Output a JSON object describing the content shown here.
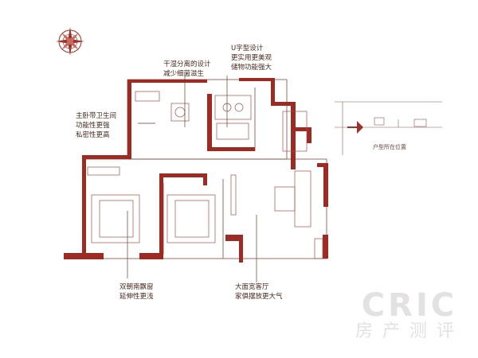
{
  "callouts": {
    "dry_wet_separation": "干湿分离的设计\n减少细菌滋生",
    "u_kitchen": "U字型设计\n更实用更美观\n储物功能强大",
    "master_bath": "主卧带卫生间\n功能性更强\n私密性更高",
    "south_bay_windows": "双朝南飘窗\n延伸性更浅",
    "living_room": "大面宽客厅\n家俱摆放更大气"
  },
  "site_map": {
    "label": "户型所在位置"
  },
  "watermark": {
    "main": "CRIC",
    "sub": "房产测评"
  },
  "colors": {
    "wall": "#9e2a24",
    "line": "#8a4a40",
    "text": "#4a2a1e"
  }
}
